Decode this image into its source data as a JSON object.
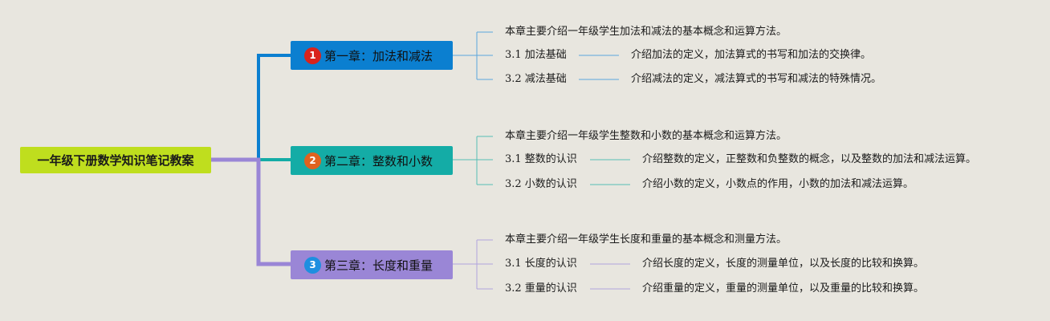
{
  "root": {
    "title": "一年级下册数学知识笔记教案",
    "color": "#bfde1e"
  },
  "chapters": [
    {
      "number": "1",
      "title": "第一章：加法和减法",
      "color": "#0b7fd0",
      "badge_color": "#d9231c",
      "intro": "本章主要介绍一年级学生加法和减法的基本概念和运算方法。",
      "sections": [
        {
          "label": "3.1 加法基础",
          "description": "介绍加法的定义，加法算式的书写和加法的交换律。"
        },
        {
          "label": "3.2 减法基础",
          "description": "介绍减法的定义，减法算式的书写和减法的特殊情况。"
        }
      ]
    },
    {
      "number": "2",
      "title": "第二章：整数和小数",
      "color": "#14aca6",
      "badge_color": "#e0621f",
      "intro": "本章主要介绍一年级学生整数和小数的基本概念和运算方法。",
      "sections": [
        {
          "label": "3.1 整数的认识",
          "description": "介绍整数的定义，正整数和负整数的概念，以及整数的加法和减法运算。"
        },
        {
          "label": "3.2 小数的认识",
          "description": "介绍小数的定义，小数点的作用，小数的加法和减法运算。"
        }
      ]
    },
    {
      "number": "3",
      "title": "第三章：长度和重量",
      "color": "#9a86d6",
      "badge_color": "#1e8fe0",
      "intro": "本章主要介绍一年级学生长度和重量的基本概念和测量方法。",
      "sections": [
        {
          "label": "3.1 长度的认识",
          "description": "介绍长度的定义，长度的测量单位，以及长度的比较和换算。"
        },
        {
          "label": "3.2 重量的认识",
          "description": "介绍重量的定义，重量的测量单位，以及重量的比较和换算。"
        }
      ]
    }
  ]
}
